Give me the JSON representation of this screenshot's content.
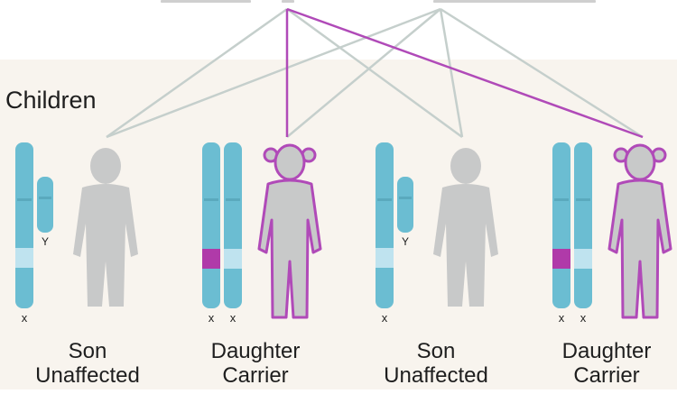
{
  "section_label": "Children",
  "chromosome_labels": {
    "x": "x",
    "y": "Y"
  },
  "children": [
    {
      "role": "Son",
      "status": "Unaffected",
      "chromosomes": "XY",
      "figure_color": "#c8c9c9",
      "outline_color": "none"
    },
    {
      "role": "Daughter",
      "status": "Carrier",
      "chromosomes": "XX",
      "figure_color": "#c8c9c9",
      "outline_color": "#b04ab8"
    },
    {
      "role": "Son",
      "status": "Unaffected",
      "chromosomes": "XY",
      "figure_color": "#c8c9c9",
      "outline_color": "none"
    },
    {
      "role": "Daughter",
      "status": "Carrier",
      "chromosomes": "XX",
      "figure_color": "#c8c9c9",
      "outline_color": "#b04ab8"
    }
  ],
  "colors": {
    "background": "#f8f4ee",
    "chromosome": "#6bbdd2",
    "chromosome_light_band": "#bfe3ef",
    "mutation_band": "#b03aa9",
    "inheritance_line": "#c5cfcc",
    "affected_line": "#b04ab8"
  }
}
